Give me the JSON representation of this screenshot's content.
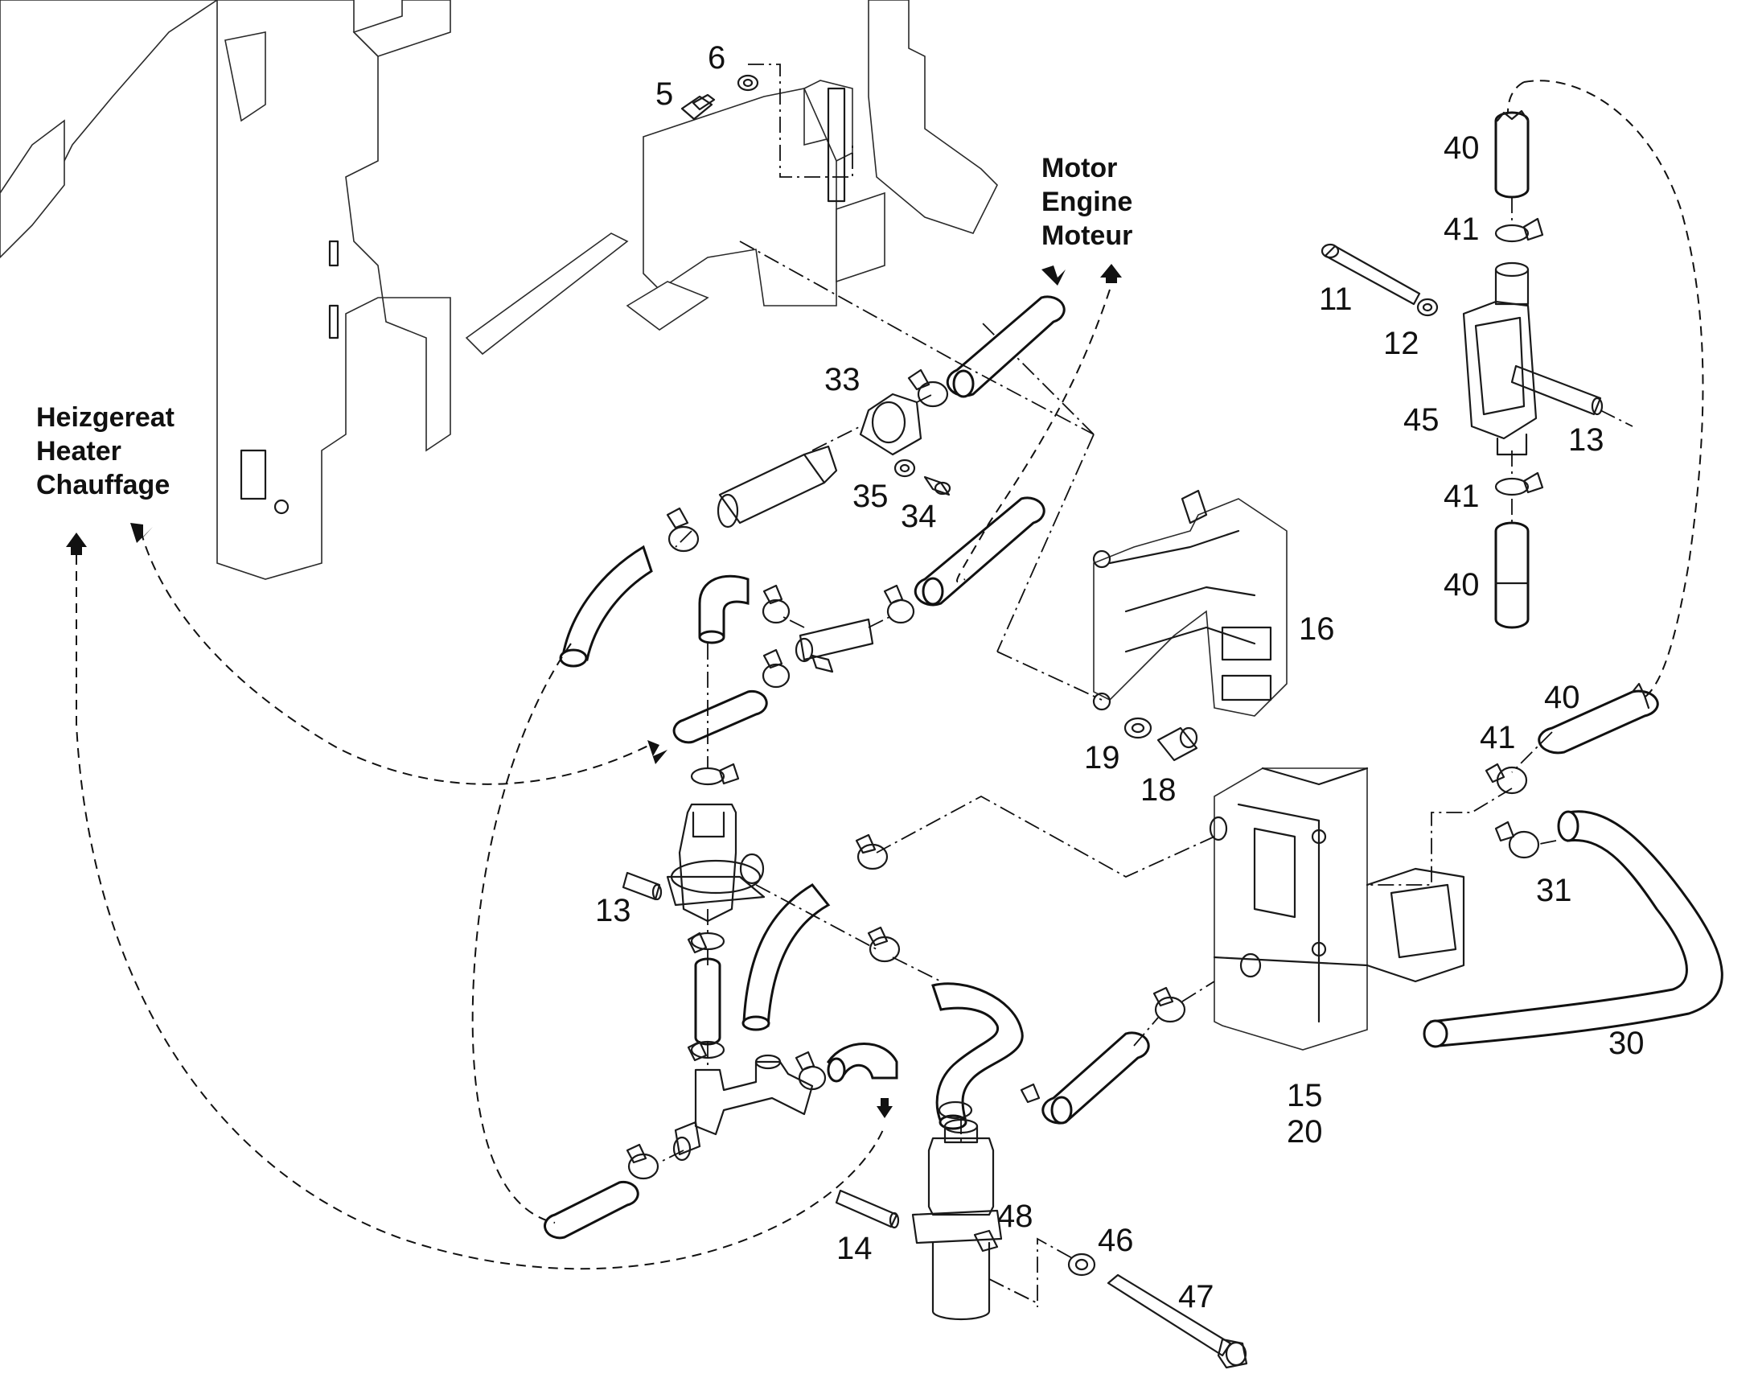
{
  "labels": {
    "heater": [
      "Heizgereat",
      "Heater",
      "Chauffage"
    ],
    "engine": [
      "Motor",
      "Engine",
      "Moteur"
    ]
  },
  "callouts": {
    "c5": "5",
    "c6": "6",
    "c33": "33",
    "c34": "34",
    "c35": "35",
    "c40a": "40",
    "c41a": "41",
    "c11": "11",
    "c12": "12",
    "c45": "45",
    "c13a": "13",
    "c41b": "41",
    "c40b": "40",
    "c16": "16",
    "c19": "19",
    "c18": "18",
    "c40c": "40",
    "c41c": "41",
    "c31": "31",
    "c30": "30",
    "c13b": "13",
    "c15": "15",
    "c20": "20",
    "c48": "48",
    "c14": "14",
    "c46": "46",
    "c47": "47"
  },
  "colors": {
    "line": "#111111",
    "background": "#ffffff"
  }
}
